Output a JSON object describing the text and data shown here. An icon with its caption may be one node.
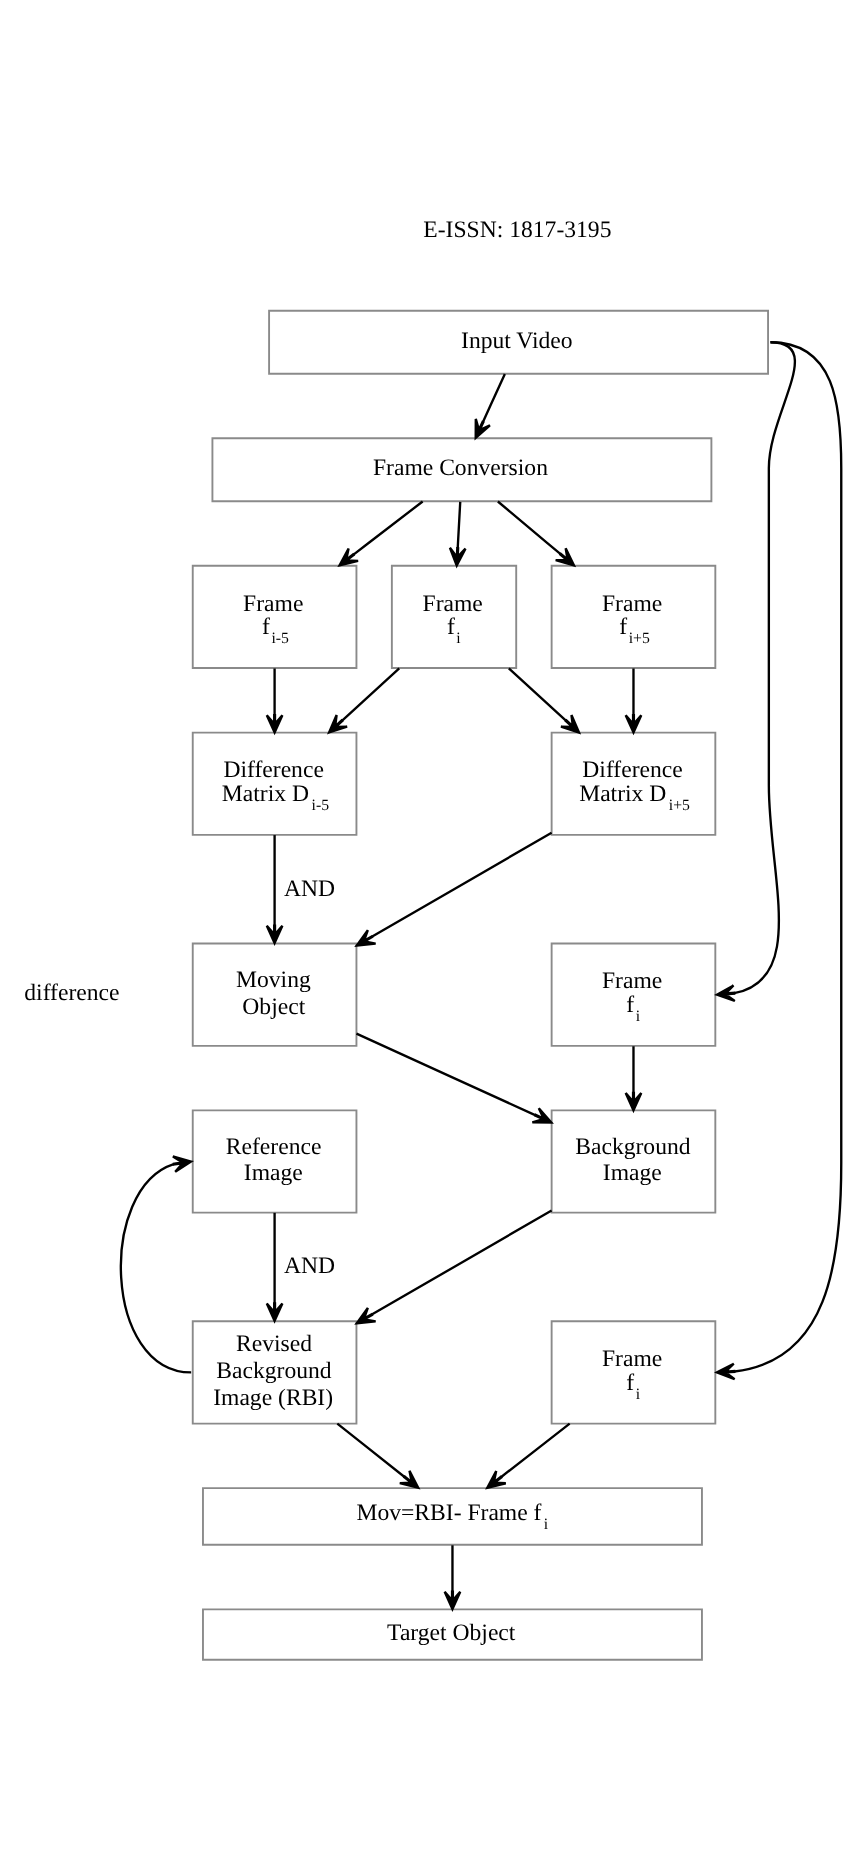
{
  "diagram": {
    "nodes": [
      {
        "text": [
          "Input Video"
        ]
      },
      {
        "text": [
          "Frame Conversion"
        ]
      },
      {
        "text": [
          "Frame f$_{i-5}$"
        ]
      },
      {
        "text": [
          "Frame f$_{i}$"
        ]
      },
      {
        "text": [
          "Frame f$_{i+5}$"
        ]
      },
      {
        "text": [
          "Difference Matrix D$_{i-5}$"
        ]
      },
      {
        "text": [
          "Difference Matrix D$_{i+5}$"
        ]
      },
      {
        "text": [
          "Moving Object"
        ]
      },
      {
        "text": [
          "Frame f$_{i}$"
        ]
      },
      {
        "text": [
          "Reference Image"
        ]
      },
      {
        "text": [
          "Background Image"
        ]
      },
      {
        "text": [
          "Revised Background Image (RBI)"
        ]
      },
      {
        "text": [
          "Frame f$_{i}$"
        ]
      },
      {
        "text": [
          "Mov=RBI- Frame f$_{i}$"
        ]
      },
      {
        "text": [
          "Target Object"
        ]
      }
    ],
    "edges": [
      {
        "from": 0,
        "to": 1,
        "arrow": "to"
      },
      {
        "from": 1,
        "to": 2,
        "arrow": "to"
      },
      {
        "from": 1,
        "to": 3,
        "arrow": "to"
      },
      {
        "from": 1,
        "to": 4,
        "arrow": "to"
      },
      {
        "from": 2,
        "to": 5,
        "arrow": "to"
      },
      {
        "from": 3,
        "to": 5,
        "arrow": "to"
      },
      {
        "from": 3,
        "to": 6,
        "arrow": "to"
      },
      {
        "from": 4,
        "to": 6,
        "arrow": "to"
      },
      {
        "from": 5,
        "to": 7,
        "arrow": "to",
        "label": "AND"
      },
      {
        "from": 6,
        "to": 7,
        "arrow": "to"
      },
      {
        "from": 0,
        "to": 8,
        "arrow": "to"
      },
      {
        "from": 7,
        "to": 10,
        "arrow": "to"
      },
      {
        "from": 8,
        "to": 10,
        "arrow": "to"
      },
      {
        "from": 9,
        "to": 11,
        "arrow": "to",
        "label": "AND"
      },
      {
        "from": 10,
        "to": 11,
        "arrow": "to"
      },
      {
        "from": 11,
        "to": 9,
        "arrow": "to"
      },
      {
        "from": 0,
        "to": 12,
        "arrow": "to"
      },
      {
        "from": 11,
        "to": 13,
        "arrow": "to"
      },
      {
        "from": 12,
        "to": 13,
        "arrow": "to"
      },
      {
        "from": 13,
        "to": 14,
        "arrow": "to"
      }
    ],
    "labels": [
      "E-ISSN: 1817-3195",
      "difference"
    ]
  }
}
